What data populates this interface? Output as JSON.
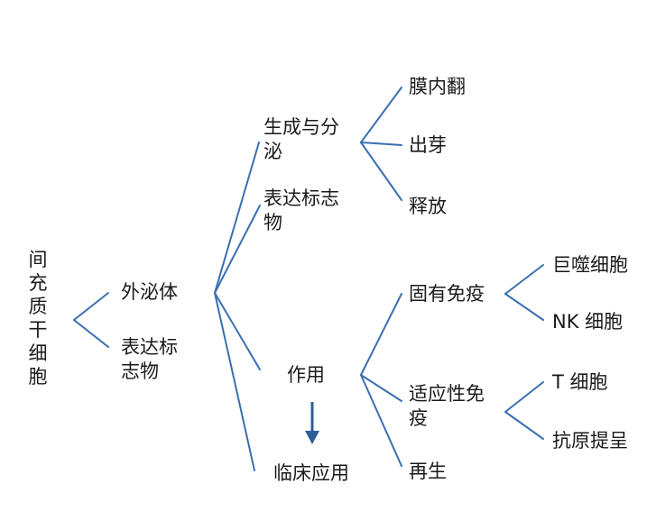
{
  "diagram": {
    "root": "间充质干细胞",
    "level1": {
      "exosome": "外泌体",
      "markers": "表达标志物"
    },
    "exosome_branches": {
      "biogenesis": "生成与分泌",
      "markers": "表达标志物",
      "function": "作用",
      "clinical": "临床应用"
    },
    "biogenesis_steps": {
      "invagination": "膜内翻",
      "budding": "出芽",
      "release": "释放"
    },
    "function_types": {
      "innate": "固有免疫",
      "adaptive": "适应性免疫",
      "regeneration": "再生"
    },
    "innate_cells": {
      "macrophage": "巨噬细胞",
      "nk": "NK 细胞"
    },
    "adaptive_items": {
      "tcell": "T 细胞",
      "antigen": "抗原提呈"
    }
  },
  "colors": {
    "line": "#3a6fb0",
    "arrow": "#2f5d9c",
    "text": "#1a1a1a"
  }
}
